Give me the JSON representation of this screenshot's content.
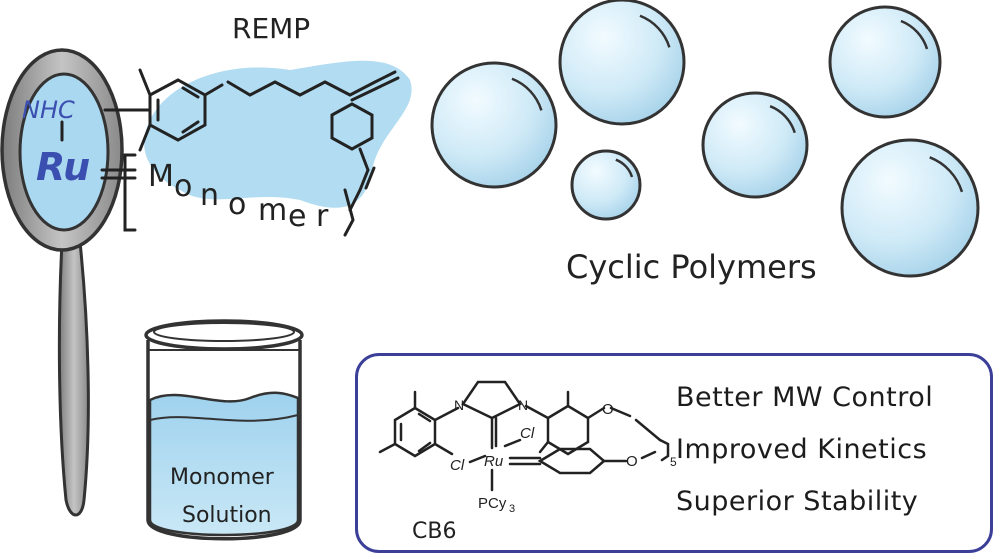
{
  "figure": {
    "remp_label": "REMP",
    "nhc_label": "NHC",
    "ru_label": "Ru",
    "monomer_chain_label": "Monomer",
    "jar_label_line1": "Monomer",
    "jar_label_line2": "Solution",
    "cyclic_label": "Cyclic Polymers",
    "catalyst_name": "CB6",
    "features": [
      "Better MW Control",
      "Improved Kinetics",
      "Superior Stability"
    ],
    "chem_labels": {
      "n1": "N",
      "n2": "N",
      "ru": "Ru",
      "cl1": "Cl",
      "cl2": "Cl",
      "o1": "O",
      "o2": "O",
      "pcy3": "PCy",
      "pcy3_sub": "3",
      "repeat": "5"
    },
    "colors": {
      "blue_fill": "#a9d8f0",
      "text_blue": "#3a4fb0",
      "box_border": "#3b3f98",
      "spoon_gray": "#9a9a9a"
    }
  }
}
